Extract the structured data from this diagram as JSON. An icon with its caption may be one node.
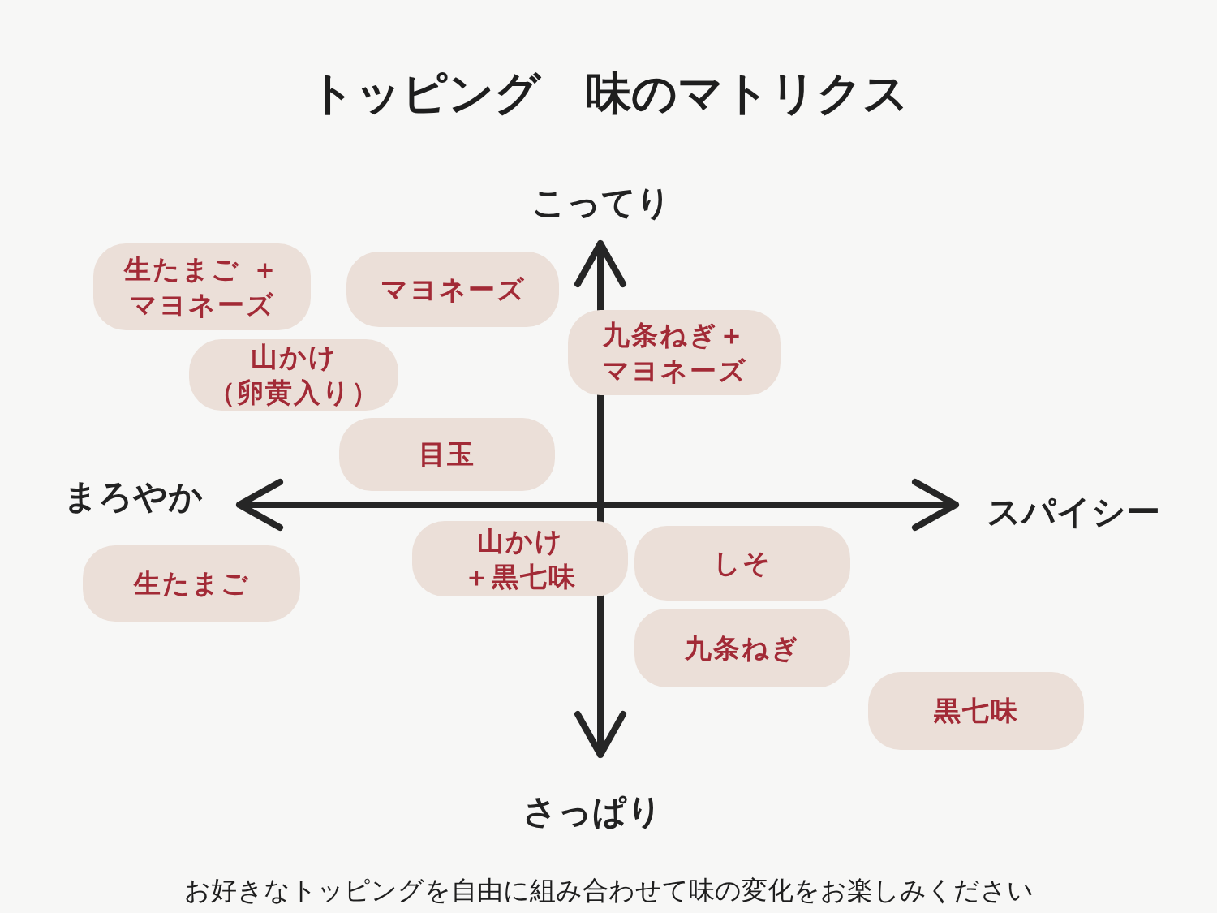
{
  "diagram": {
    "title": "トッピング　味のマトリクス",
    "caption": "お好きなトッピングを自由に組み合わせて味の変化をお楽しみください",
    "nodes": [
      {
        "text": [
          "生たまご ＋マヨネーズ"
        ]
      },
      {
        "text": [
          "マヨネーズ"
        ]
      },
      {
        "text": [
          "九条ねぎ＋マヨネーズ"
        ]
      },
      {
        "text": [
          "山かけ（卵黄入り）"
        ]
      },
      {
        "text": [
          "目玉"
        ]
      },
      {
        "text": [
          "生たまご"
        ]
      },
      {
        "text": [
          "山かけ＋黒七味"
        ]
      },
      {
        "text": [
          "しそ"
        ]
      },
      {
        "text": [
          "九条ねぎ"
        ]
      },
      {
        "text": [
          "黒七味"
        ]
      }
    ],
    "labels": [
      "こってり",
      "まろやか",
      "スパイシー",
      "さっぱり"
    ]
  }
}
